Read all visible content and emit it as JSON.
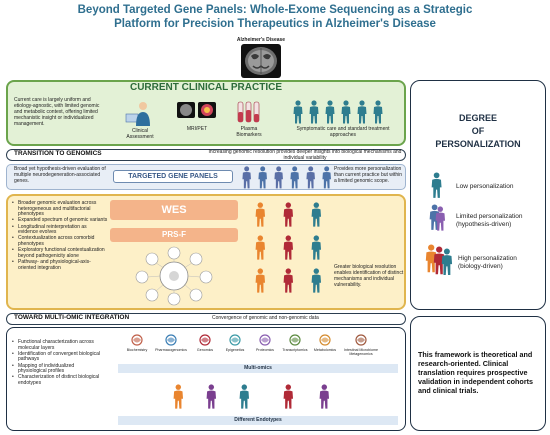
{
  "title": {
    "line1": "Beyond Targeted Gene Panels: Whole-Exome Sequencing as a Strategic",
    "line2": "Platform for Precision Therapeutics in Alzheimer's Disease"
  },
  "brain_caption": "Alzheimer's Disease",
  "current": {
    "heading": "CURRENT CLINICAL PRACTICE",
    "description": "Current care is largely uniform and etiology-agnostic, with limited genomic and metabolic context, offering limited mechanistic insight or individualized management.",
    "labels": {
      "clinical": "Clinical Assessment",
      "mri": "MRI/PET",
      "plasma": "Plasma Biomarkers",
      "care": "Symptomatic care and standard treatment approaches"
    }
  },
  "transition": {
    "heading": "TRANSITION TO GENOMICS",
    "description": "Increasing genomic resolution provides deeper insights into biological mechanisms and individual variability"
  },
  "targeted": {
    "description": "Broad yet hypothesis-driven evaluation of multiple neurodegeneration-associated genes.",
    "box": "TARGETED GENE PANELS",
    "right": "Provides more personalization than current practice but within a limited genomic scope."
  },
  "wes": {
    "bullets": [
      "Broader genomic evaluation across heterogeneous and multifactorial phenotypes",
      "Expanded spectrum of genomic variants",
      "Longitudinal reinterpretation as evidence evolves",
      "Contextualization across comorbid phenotypes",
      "Exploratory functional contextualization beyond pathogenicity alone",
      "Pathway- and physiological-axis-oriented integration"
    ],
    "wes_label": "WES",
    "prs_label": "PRS-F",
    "right": "Greater biological resolution enables identification of distinct mechanisms and individual vulnerability."
  },
  "multi": {
    "heading": "TOWARD MULTI-OMIC INTEGRATION",
    "description": "Convergence of genomic and non-genomic data",
    "bullets": [
      "Functional characterization across molecular layers",
      "Identification of convergent biological pathways",
      "Mapping of individualized physiological profiles",
      "Characterization of distinct biological endotypes"
    ],
    "omics": [
      "Biochemistry",
      "Pharmacogenomics",
      "Genomics",
      "Epigenetics",
      "Proteomics",
      "Transcriptomics",
      "Metabolomics",
      "Intestinal Microbiome Metagenomics"
    ],
    "bar1": "Multi-omics",
    "bar2": "Different Endotypes"
  },
  "degree": {
    "heading": [
      "DEGREE",
      "OF",
      "PERSONALIZATION"
    ],
    "low": "Low personalization",
    "limited": [
      "Limited personalization",
      "(hypothesis-driven)"
    ],
    "high": [
      "High personalization",
      "(biology-driven)"
    ]
  },
  "note": "This framework is theoretical and research-oriented. Clinical translation requires prospective validation in independent cohorts and clinical trials.",
  "colors": {
    "teal": "#2e7d8f",
    "blue": "#4d73a8",
    "orange": "#e9852f",
    "crimson": "#b02a37",
    "purple": "#7a3f8f",
    "green_border": "#6ba44c",
    "gold_border": "#e0b54e"
  }
}
